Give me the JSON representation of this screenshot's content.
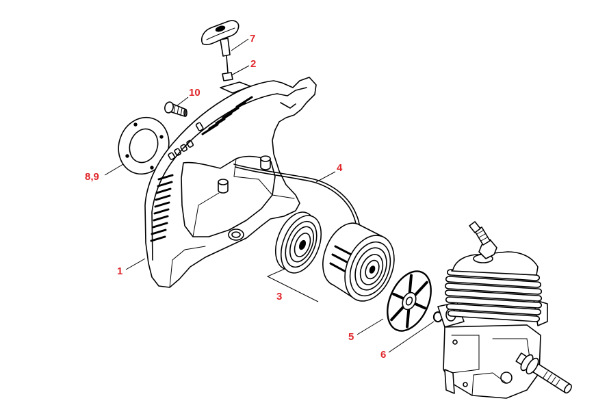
{
  "callouts": {
    "handle": "7",
    "grommet": "2",
    "screw": "10",
    "washer": "8,9",
    "rope": "4",
    "housing": "1",
    "rewind_spring": "3",
    "pawl": "5",
    "spring_clip": "6"
  },
  "colors": {
    "callout_text": "#e0262b",
    "line_art": "#000000",
    "background": "#ffffff"
  }
}
